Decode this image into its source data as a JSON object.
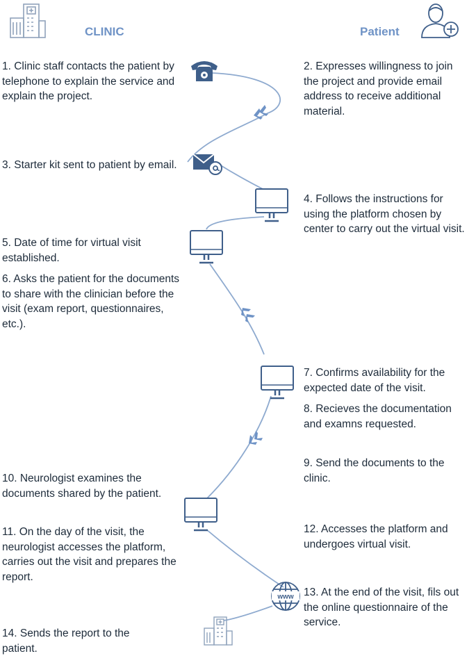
{
  "headers": {
    "clinic": "CLINIC",
    "patient": "Patient"
  },
  "steps": {
    "s1": "1. Clinic staff contacts the patient by telephone to explain the service and explain the project.",
    "s2": "2. Expresses willingness to join the project and provide email address to receive additional material.",
    "s3": "3. Starter kit sent to patient by email.",
    "s4": "4. Follows the instructions for using the platform chosen by center to carry out the virtual visit.",
    "s5": "5. Date of time for virtual visit established.",
    "s6": "6. Asks the patient for the documents to share with the clinician before the visit (exam report, questionnaires, etc.).",
    "s7": "7. Confirms availability for the expected date of the visit.",
    "s8": "8. Recieves the documentation and examns requested.",
    "s9": "9. Send the documents to the clinic.",
    "s10": "10. Neurologist examines the documents shared by the patient.",
    "s11": "11. On the day of the visit, the neurologist accesses the platform, carries out the visit and prepares the report.",
    "s12": "12. Accesses the platform and undergoes virtual visit.",
    "s13": "13. At the end of the visit, fils out the online questionnaire of the service.",
    "s14": "14. Sends the report to the patient."
  },
  "icons": {
    "www_label": "www"
  },
  "colors": {
    "accent": "#6f93c6",
    "icon": "#3f5f8a",
    "line": "#8eaacf"
  }
}
